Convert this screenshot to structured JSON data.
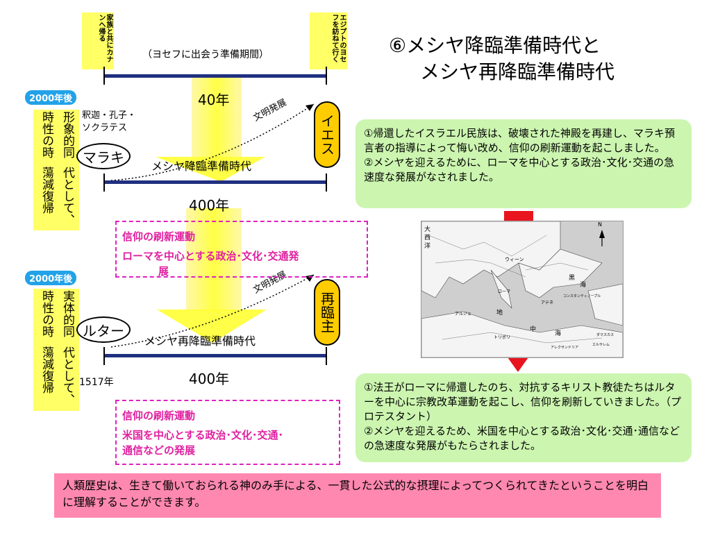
{
  "title": {
    "line1": "⑥メシヤ降臨準備時代と",
    "line2": "メシヤ再降臨準備時代"
  },
  "top_labels": {
    "left": "家族と共にカナンへ帰る",
    "right": "エジプトのヨセフを訪ねて行く"
  },
  "prep_period": "（ヨセフに出会う準備期間）",
  "badges": [
    "2000年後",
    "2000年後"
  ],
  "sections": [
    {
      "vertical_left": "代として、蕩減復帰",
      "vertical_right": "形象的同時性の時",
      "figures": "釈迦・孔子・\nソクラテス",
      "oval": "マラキ",
      "years_top": "40年",
      "era": "メシヤ降臨準備時代",
      "years_bottom": "400年",
      "development": "文明発展",
      "end": "イエス"
    },
    {
      "vertical_left": "代として、蕩減復帰",
      "vertical_right": "実体的同時性の時",
      "oval": "ルター",
      "era": "メシヤ再降臨準備時代",
      "years_bottom": "400年",
      "start_year": "1517年",
      "development": "文明発展",
      "end": "再臨主"
    }
  ],
  "dashed_boxes": [
    {
      "line1": "信仰の刷新運動",
      "line2": "ローマを中心とする政治･文化･交通発",
      "line3": "展"
    },
    {
      "line1": "信仰の刷新運動",
      "line2": "米国を中心とする政治･文化･交通･",
      "line3": "通信などの発展"
    }
  ],
  "green_boxes": [
    {
      "p1": "①帰還したイスラエル民族は、破壊された神殿を再建し、マラキ預言者の指導によって悔い改め、信仰の刷新運動を起こしました。",
      "p2": "②メシヤを迎えるために、ローマを中心とする政治･文化･交通の急速度な発展がなされました。"
    },
    {
      "p1": "①法王がローマに帰還したのち、対抗するキリスト教徒たちはルターを中心に宗教改革運動を起こし、信仰を刷新していきました。（プロテスタント）",
      "p2": "②メシヤを迎えるため、米国を中心とする政治･文化･交通･通信などの急速度な発展がもたらされました。"
    }
  ],
  "map_labels": [
    "大",
    "西",
    "洋",
    "ウィーン",
    "黒",
    "海",
    "地",
    "中",
    "海",
    "ローマ",
    "アテネ",
    "コンスタンティノープル",
    "アルジェ",
    "トリポリ",
    "アレクサンドリア",
    "エルサレム",
    "ダマスカス",
    "N"
  ],
  "bottom_text": "人類歴史は、生きて働いておられる神のみ手による、一貫した公式的な摂理によってつくられてきたということを明白に理解することができます。",
  "colors": {
    "accent_blue": "#22a2e8",
    "bar": "#203080",
    "pink": "#e020a0",
    "green_bg": "#ccf5b0",
    "bottom_bg": "#ff88b0",
    "yellow": "#ffff66",
    "red_arrow": "#e8141e"
  }
}
